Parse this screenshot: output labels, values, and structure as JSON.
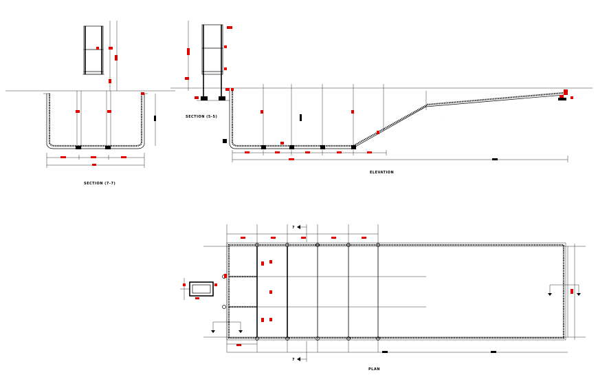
{
  "labels": {
    "section_7_7": "SECTION (7-7)",
    "section_5_5": "SECTION (5-5)",
    "elevation": "ELEVATION",
    "plan": "PLAN",
    "marker_top": "7",
    "marker_bottom": "7"
  },
  "colors": {
    "line": "#000000",
    "dimension_marks": "#e00000",
    "background": "#ffffff"
  }
}
